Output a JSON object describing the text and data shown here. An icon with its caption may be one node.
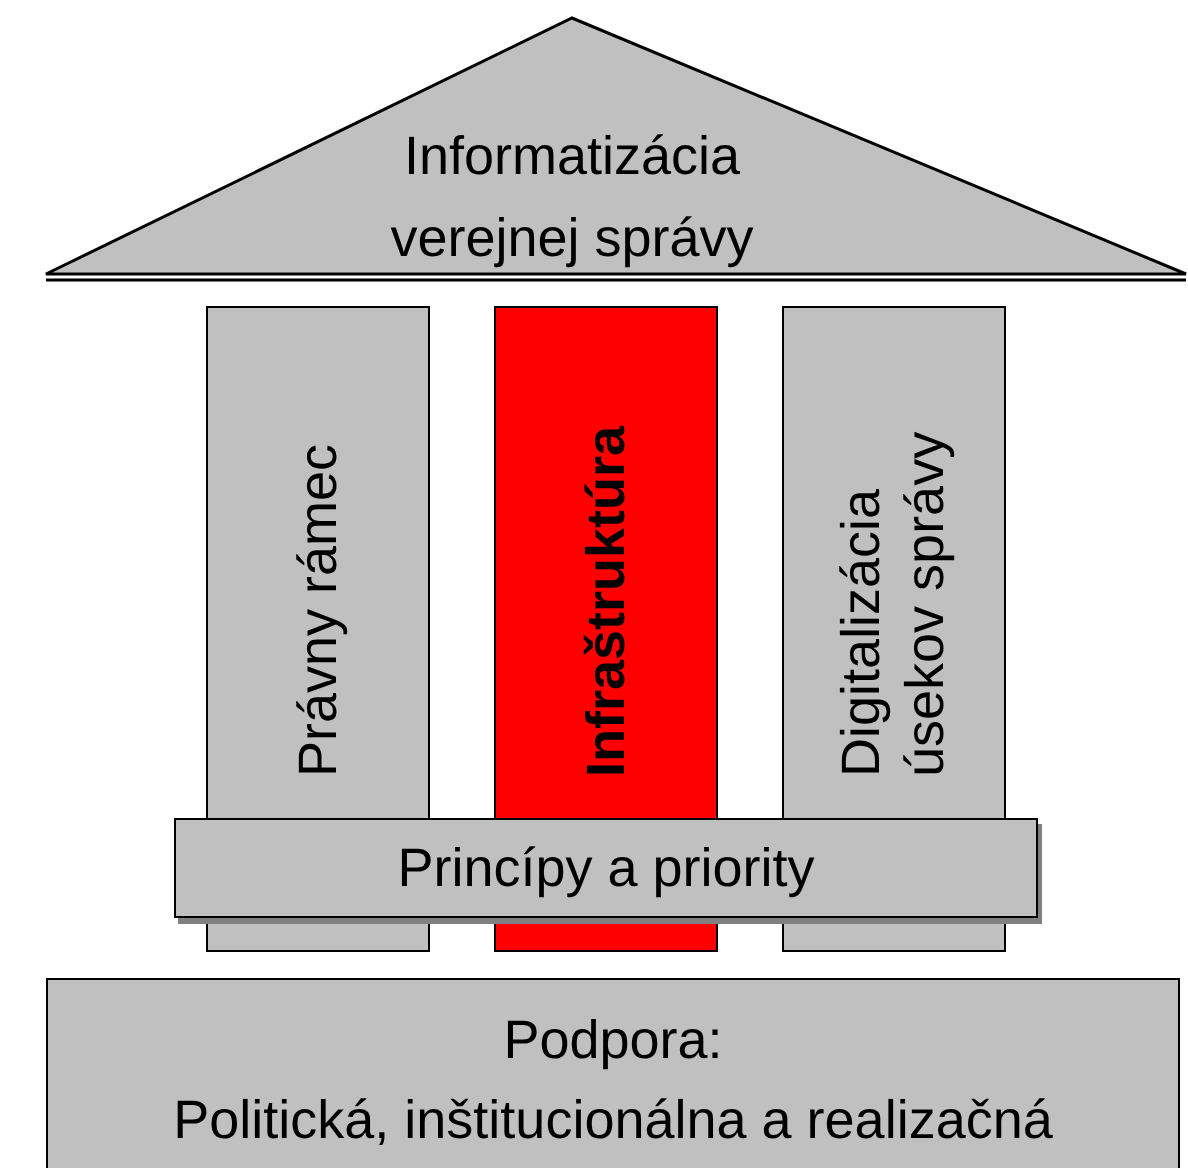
{
  "diagram": {
    "nodes": [
      {
        "text": [
          "Informatizácia verejnej správy"
        ]
      },
      {
        "text": [
          "Právny rámec"
        ]
      },
      {
        "text": [
          "Infraštruktúra"
        ]
      },
      {
        "text": [
          "Digitalizácia úsekov správy"
        ]
      },
      {
        "text": [
          "Princípy a priority"
        ]
      },
      {
        "text": [
          "Podpora:",
          "Politická, inštitucionálna a realizačná"
        ]
      }
    ]
  }
}
